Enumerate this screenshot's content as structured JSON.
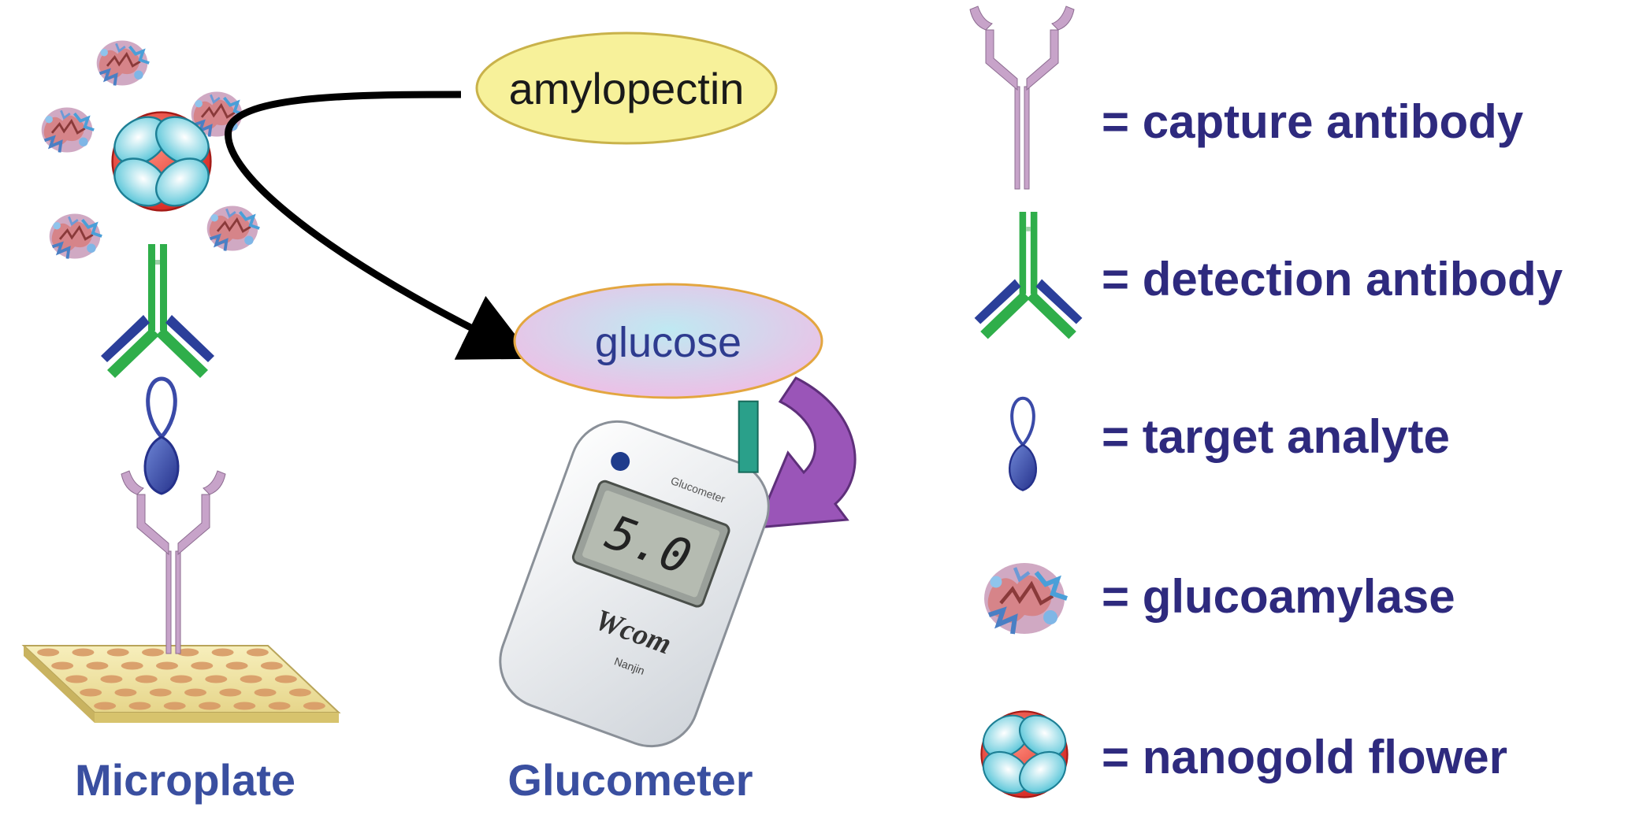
{
  "process": {
    "amylopectin_label": "amylopectin",
    "glucose_label": "glucose",
    "meter_reading": "5.0",
    "meter_brand": "Wcom",
    "meter_model": "Nanjin",
    "meter_header": "Glucometer"
  },
  "captions": {
    "microplate": "Microplate",
    "glucometer": "Glucometer"
  },
  "legend": {
    "items": [
      {
        "icon": "capture-antibody-icon",
        "label": "= capture antibody"
      },
      {
        "icon": "detection-antibody-icon",
        "label": "= detection antibody"
      },
      {
        "icon": "target-analyte-icon",
        "label": "= target analyte"
      },
      {
        "icon": "glucoamylase-icon",
        "label": "= glucoamylase"
      },
      {
        "icon": "nanogold-flower-icon",
        "label": "= nanogold flower"
      }
    ]
  },
  "colors": {
    "capture_antibody": "#c7a3c9",
    "detection_heavy": "#2fae4a",
    "detection_light": "#2b3f9a",
    "analyte": "#3a4aa8",
    "gold": "#e8352e",
    "petal": "#7fd6e6",
    "legend_text": "#2e2a7e",
    "caption_text": "#3a4fa0",
    "amylopectin_fill": "#f7f19a",
    "glucose_fill": "#f6bfe6",
    "arrow": "#000000",
    "curved_arrow": "#9a55b8",
    "plate": "#f3e7a6",
    "plate_well": "#d89a66"
  }
}
